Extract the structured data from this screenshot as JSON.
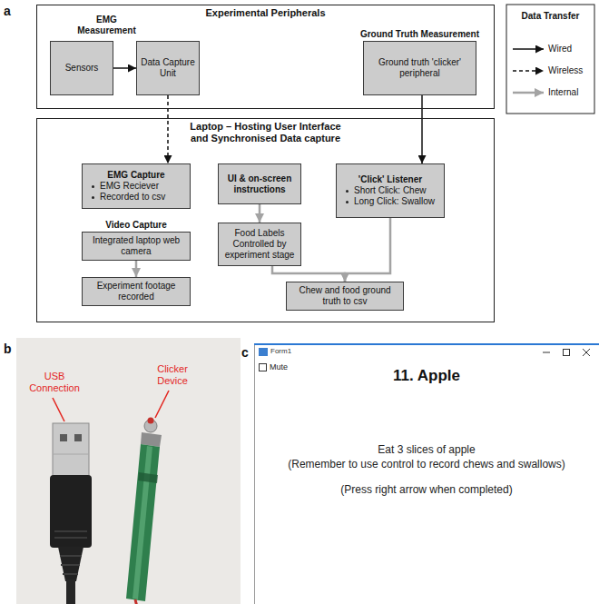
{
  "diagram": {
    "nodes": [
      {
        "text": [
          "Experimental Peripherals"
        ]
      },
      {
        "text": [
          "Sensors"
        ],
        "in": 0
      },
      {
        "text": [
          "Data Capture Unit"
        ],
        "in": 0
      },
      {
        "text": [
          "Ground Truth Measurement",
          "Ground truth 'clicker' peripheral"
        ],
        "in": 0
      },
      {
        "text": [
          "Laptop – Hosting User Interface and Synchronised Data capture"
        ]
      },
      {
        "text": [
          "EMG Capture",
          "EMG Reciever",
          "Recorded to csv"
        ],
        "in": 4
      },
      {
        "text": [
          "UI & on-screen instructions"
        ],
        "in": 4
      },
      {
        "text": [
          "'Click' Listener",
          "Short Click: Chew",
          "Long Click: Swallow"
        ],
        "in": 4
      },
      {
        "text": [
          "Video Capture",
          "Integrated laptop web camera"
        ],
        "in": 4
      },
      {
        "text": [
          "Food Labels Controlled by experiment stage"
        ],
        "in": 4
      },
      {
        "text": [
          "Experiment footage recorded"
        ],
        "in": 4
      },
      {
        "text": [
          "Chew and food ground truth to csv"
        ],
        "in": 4
      }
    ],
    "edges": [
      {
        "from": 1,
        "to": 2,
        "arrow": "to"
      },
      {
        "from": 2,
        "to": 5,
        "arrow": "to"
      },
      {
        "from": 3,
        "to": 7,
        "arrow": "to"
      },
      {
        "from": 8,
        "to": 10,
        "arrow": "to"
      },
      {
        "from": 6,
        "to": 9,
        "arrow": "to"
      },
      {
        "from": 9,
        "to": 11,
        "arrow": "to"
      },
      {
        "from": 7,
        "to": 11,
        "arrow": "to"
      }
    ],
    "labels": [
      "a",
      "EMG Measurement",
      "Data Transfer",
      "b",
      "USB Connection",
      "Clicker Device",
      "c",
      "Form1",
      "Mute",
      "11. Apple",
      "Eat 3 slices of apple",
      "(Remember to use control to record chews and swallows)",
      "(Press right arrow when completed)"
    ],
    "legend": [
      {
        "text": "Wired"
      },
      {
        "text": "Wireless"
      },
      {
        "text": "Internal"
      }
    ]
  }
}
